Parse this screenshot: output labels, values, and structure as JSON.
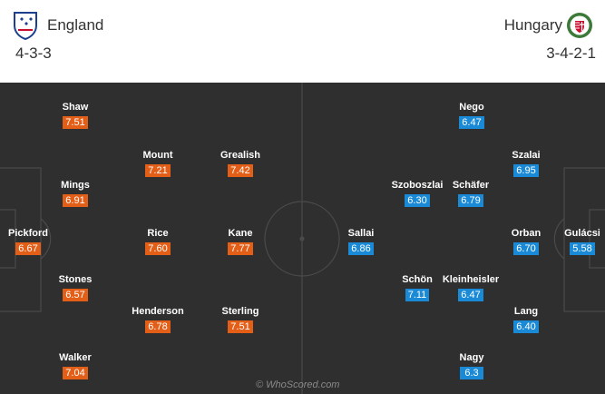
{
  "home": {
    "name": "England",
    "formation": "4-3-3",
    "players": [
      {
        "id": "shaw",
        "name": "Shaw",
        "rating": "7.51"
      },
      {
        "id": "mount",
        "name": "Mount",
        "rating": "7.21"
      },
      {
        "id": "grealish",
        "name": "Grealish",
        "rating": "7.42"
      },
      {
        "id": "mings",
        "name": "Mings",
        "rating": "6.91"
      },
      {
        "id": "pickford",
        "name": "Pickford",
        "rating": "6.67"
      },
      {
        "id": "rice",
        "name": "Rice",
        "rating": "7.60"
      },
      {
        "id": "kane",
        "name": "Kane",
        "rating": "7.77"
      },
      {
        "id": "stones",
        "name": "Stones",
        "rating": "6.57"
      },
      {
        "id": "henderson",
        "name": "Henderson",
        "rating": "6.78"
      },
      {
        "id": "sterling",
        "name": "Sterling",
        "rating": "7.51"
      },
      {
        "id": "walker",
        "name": "Walker",
        "rating": "7.04"
      }
    ],
    "rating_color": "#e35f18",
    "crest_icon": "england-crest-icon"
  },
  "away": {
    "name": "Hungary",
    "formation": "3-4-2-1",
    "players": [
      {
        "id": "nego",
        "name": "Nego",
        "rating": "6.47"
      },
      {
        "id": "szalai",
        "name": "Szalai",
        "rating": "6.95"
      },
      {
        "id": "szoboszlai",
        "name": "Szoboszlai",
        "rating": "6.30"
      },
      {
        "id": "schafer",
        "name": "Schäfer",
        "rating": "6.79"
      },
      {
        "id": "sallai",
        "name": "Sallai",
        "rating": "6.86"
      },
      {
        "id": "orban",
        "name": "Orban",
        "rating": "6.70"
      },
      {
        "id": "gulacsi",
        "name": "Gulácsi",
        "rating": "5.58"
      },
      {
        "id": "schon",
        "name": "Schön",
        "rating": "7.11"
      },
      {
        "id": "kleinheisler",
        "name": "Kleinheisler",
        "rating": "6.47"
      },
      {
        "id": "lang",
        "name": "Lang",
        "rating": "6.40"
      },
      {
        "id": "nagy",
        "name": "Nagy",
        "rating": "6.3"
      }
    ],
    "rating_color": "#1a8ad6",
    "crest_icon": "hungary-crest-icon"
  },
  "pitch_color": "#2f2f2f",
  "watermark": "© WhoScored.com"
}
